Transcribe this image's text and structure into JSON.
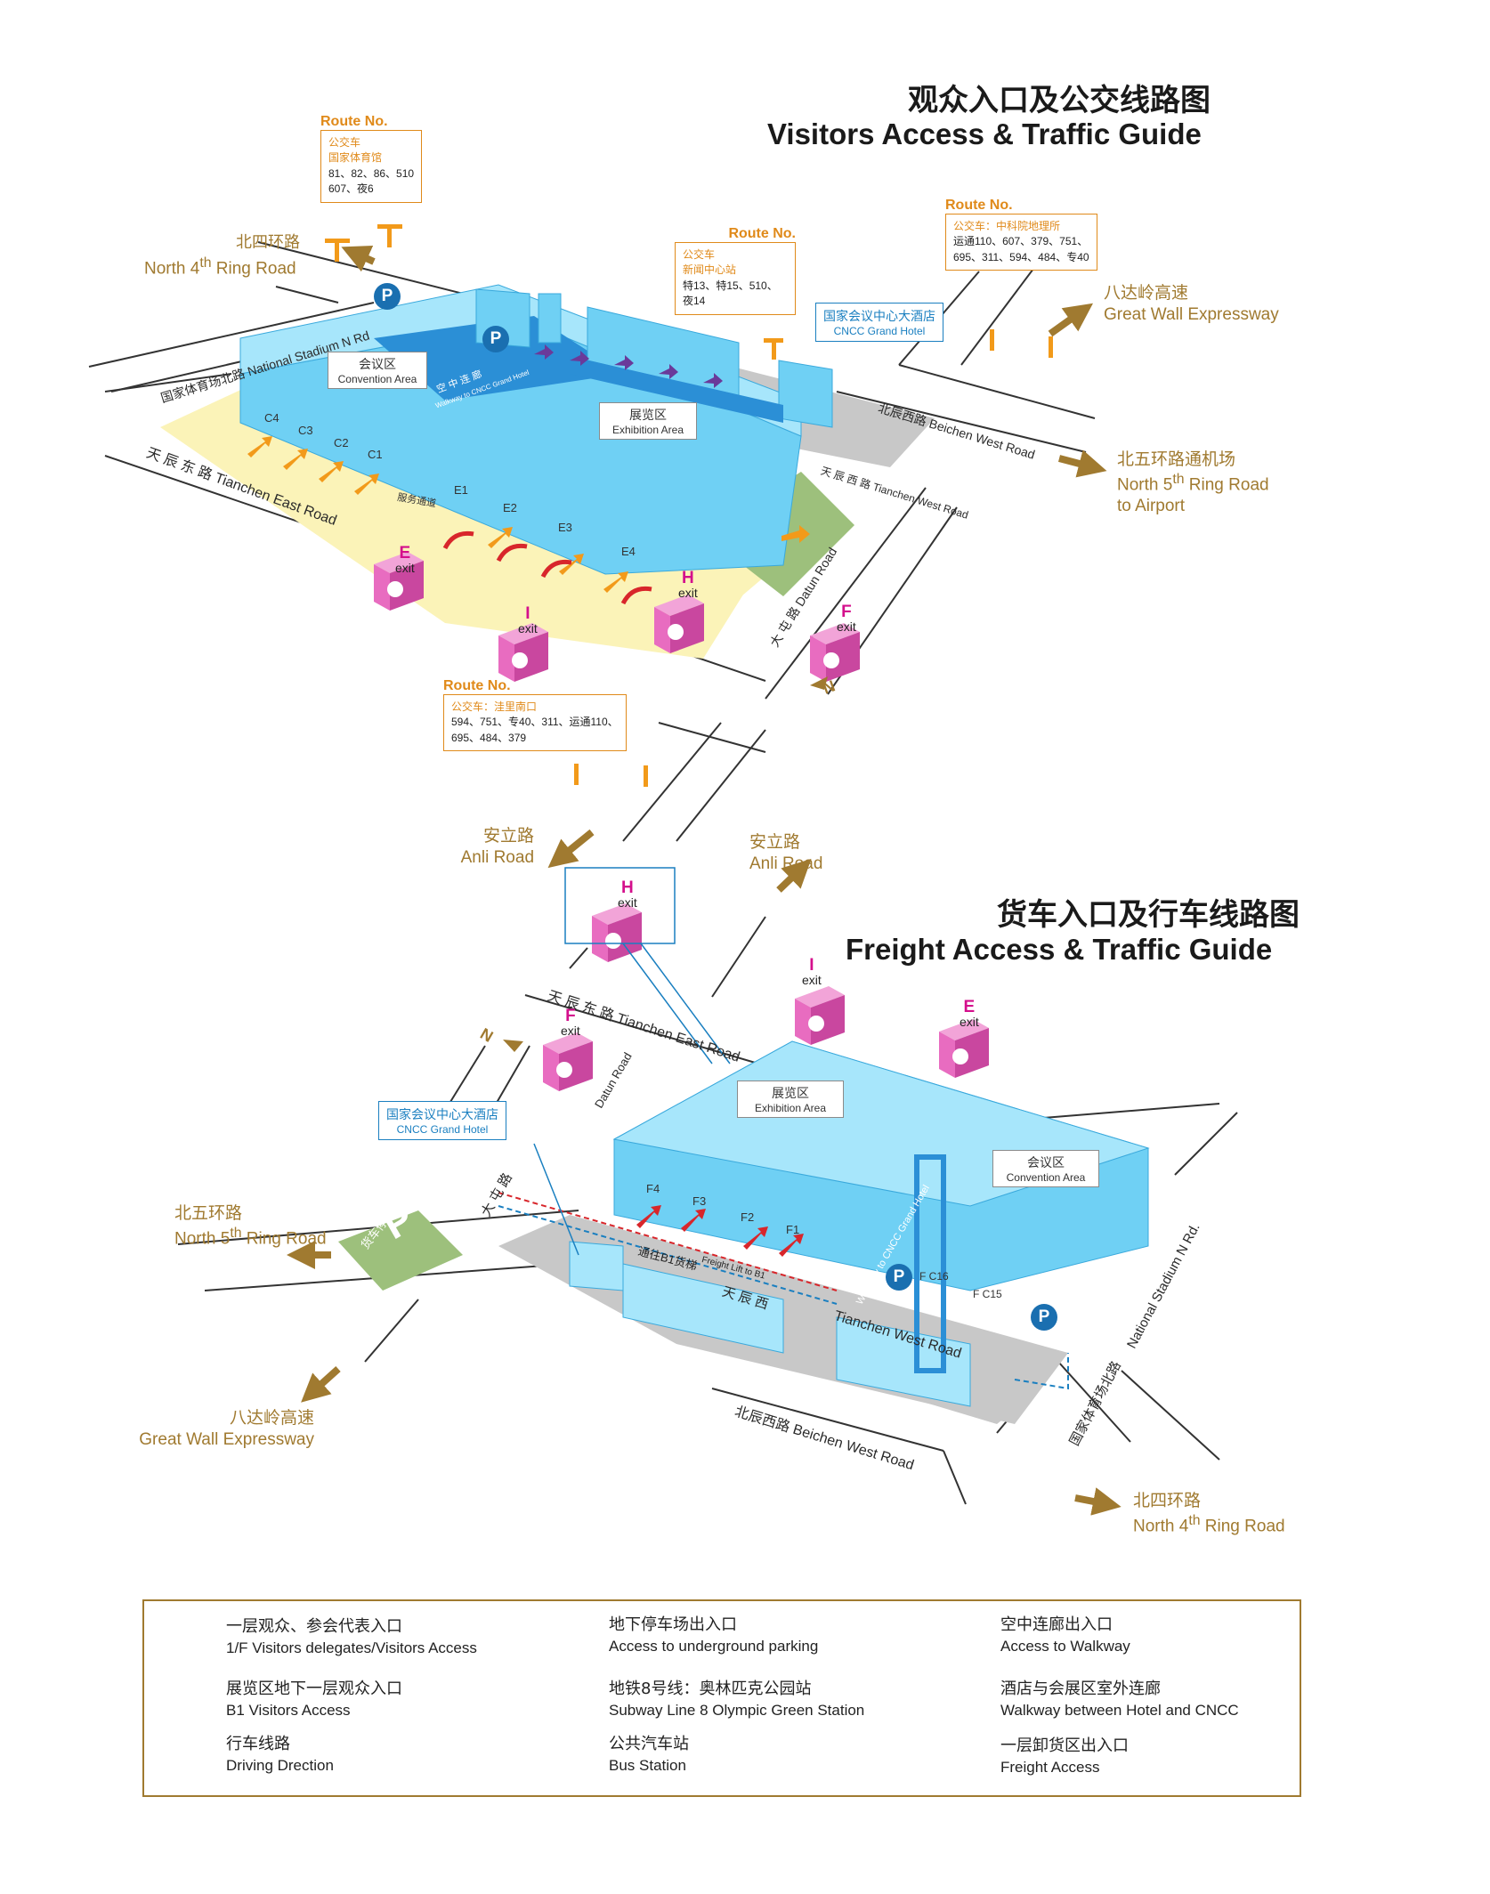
{
  "titles": {
    "visitors_cn": "观众入口及公交线路图",
    "visitors_en": "Visitors Access & Traffic Guide",
    "freight_cn": "货车入口及行车线路图",
    "freight_en": "Freight Access & Traffic Guide"
  },
  "routes": {
    "r1": {
      "title": "Route No.",
      "line1": "公交车",
      "line2": "国家体育馆",
      "line3": "81、82、86、510",
      "line4": "607、夜6"
    },
    "r2": {
      "title": "Route No.",
      "line1": "公交车",
      "line2": "新闻中心站",
      "line3": "特13、特15、510、夜14"
    },
    "r3": {
      "title": "Route No.",
      "line1": "公交车：中科院地理所",
      "line2": "运通110、607、379、751、",
      "line3": "695、311、594、484、专40"
    },
    "r4": {
      "title": "Route No.",
      "line1": "公交车：洼里南口",
      "line2": "594、751、专40、311、运通110、",
      "line3": "695、484、379"
    }
  },
  "roads": {
    "north4_cn": "北四环路",
    "north4_en": "North 4",
    "north4_sup": "th",
    "north4_tail": " Ring Road",
    "greatwall_cn": "八达岭高速",
    "greatwall_en": "Great Wall Expressway",
    "north5air_cn": "北五环路通机场",
    "north5air_en1": "North 5",
    "north5air_sup": "th",
    "north5air_en2": " Ring Road",
    "north5air_en3": "to Airport",
    "anli_cn": "安立路",
    "anli_en": "Anli Road",
    "north5_cn": "北五环路",
    "north5_en": "North 5",
    "north5_sup": "th",
    "north5_tail": " Ring Road",
    "national_stadium_top": "国家体育场北路  National Stadium N Rd",
    "tianchen_east_top": "天  辰  东  路   Tianchen East Road",
    "beichen_west_top": "北辰西路    Beichen West Road",
    "tianchen_west_top": "天  辰  西  路   Tianchen West Road",
    "datun_top": "大  屯  路   Datun Road",
    "tianchen_east_bot": "天  辰  东  路   Tianchen East Road",
    "datun_bot": "Datun Road",
    "datun_bot_cn": "大  屯  路",
    "beichen_west_bot": "北辰西路    Beichen West Road",
    "national_stadium_bot_cn": "国家体育场北路",
    "national_stadium_bot_en": "National Stadium N Rd.",
    "tianchen_west_bot": "Tianchen West Road",
    "tianchen_west_bot_cn": "天  辰  西"
  },
  "areas": {
    "convention_cn": "会议区",
    "convention_en": "Convention Area",
    "exhibition_cn": "展览区",
    "exhibition_en": "Exhibition Area",
    "hotel_cn": "国家会议中心大酒店",
    "hotel_en": "CNCC Grand Hotel",
    "walkway_cn": "空 中 连 廊",
    "walkway_en": "Walkway to CNCC Grand Hotel",
    "parking_cn": "货车停车场（东北）",
    "freight_cn": "通往B1货梯",
    "freight_en": "Freight Lift to B1",
    "walkway2": "Walkway to CNCC Grand Hotel",
    "service": "服务通道"
  },
  "gates": {
    "top": [
      "C4",
      "C3",
      "C2",
      "C1",
      "E1",
      "E2",
      "E3",
      "E4"
    ],
    "bottom": [
      "F4",
      "F3",
      "F2",
      "F1",
      "F C16",
      "F C15"
    ]
  },
  "exits": {
    "e_top": "E",
    "i_top": "I",
    "h_top": "H",
    "f_top": "F",
    "h_bot": "H",
    "i_bot": "I",
    "e_bot": "E",
    "f_bot": "F",
    "word": "exit"
  },
  "parking_letter": "P",
  "north_letter": "N",
  "legend": {
    "item1_cn": "一层观众、参会代表入口",
    "item1_en": "1/F Visitors  delegates/Visitors Access",
    "item2_cn": "展览区地下一层观众入口",
    "item2_en": "B1 Visitors Access",
    "item3_cn": "行车线路",
    "item3_en": "Driving Drection",
    "item4_cn": "地下停车场出入口",
    "item4_en": "Access to underground parking",
    "item5_cn": "地铁8号线：奥林匹克公园站",
    "item5_en": "Subway Line 8  Olympic Green Station",
    "item6_cn": "公共汽车站",
    "item6_en": "Bus Station",
    "item7_cn": "空中连廊出入口",
    "item7_en": "Access to Walkway",
    "item8_cn": "酒店与会展区室外连廊",
    "item8_en": "Walkway between Hotel and CNCC",
    "item9_cn": "一层卸货区出入口",
    "item9_en": "Freight Access"
  },
  "colors": {
    "building": "#6fd0f4",
    "building_top": "#a7e6fb",
    "road": "#ffffff",
    "road_edge": "#333333",
    "yellow_zone": "#fbf3b8",
    "green_zone": "#9dc07c",
    "gray_zone": "#c8c8c8",
    "orange": "#f29a1a",
    "red": "#d8262b",
    "magenta": "#e0137f",
    "purple": "#6a3a9a",
    "green_arrow": "#9ccc4a",
    "gold_arrow": "#a07a30",
    "subway_pink": "#e86cc0"
  },
  "icons": [
    "subway-station-icon",
    "bus-stop-icon",
    "parking-icon",
    "north-arrow-icon"
  ]
}
